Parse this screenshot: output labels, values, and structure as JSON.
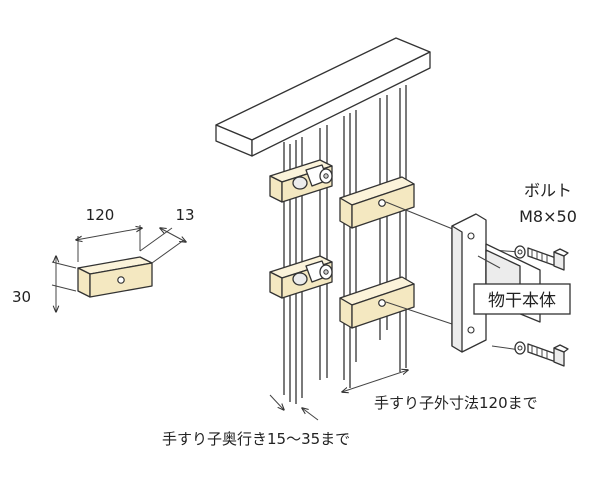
{
  "labels": {
    "dim_width": "120",
    "dim_thickness": "13",
    "dim_height": "30",
    "bolt_line1": "ボルト",
    "bolt_line2": "M8×50",
    "body_label": "物干本体",
    "outer_dim": "手すり子外寸法120まで",
    "depth_dim": "手すり子奥行き15～35まで"
  },
  "colors": {
    "spacer_fill": "#f4e8c1",
    "line": "#333333",
    "background": "#ffffff"
  }
}
